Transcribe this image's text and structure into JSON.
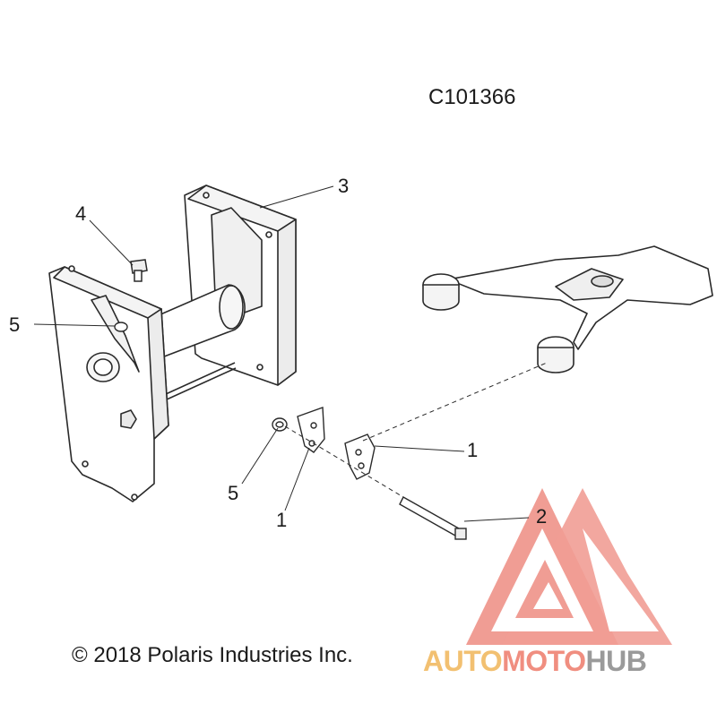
{
  "diagram": {
    "id": "C101366",
    "copyright": "© 2018 Polaris Industries Inc.",
    "callouts": [
      {
        "number": "3"
      },
      {
        "number": "4"
      },
      {
        "number": "5"
      },
      {
        "number": "5"
      },
      {
        "number": "1"
      },
      {
        "number": "1"
      },
      {
        "number": "2"
      }
    ]
  },
  "watermark": {
    "part1": "AUTO",
    "part2": "MOTO",
    "part3": "HUB",
    "colors": {
      "auto": "#f2c071",
      "moto": "#f08e80",
      "hub": "#9a9a9a",
      "logo": "#ee8c82"
    }
  }
}
